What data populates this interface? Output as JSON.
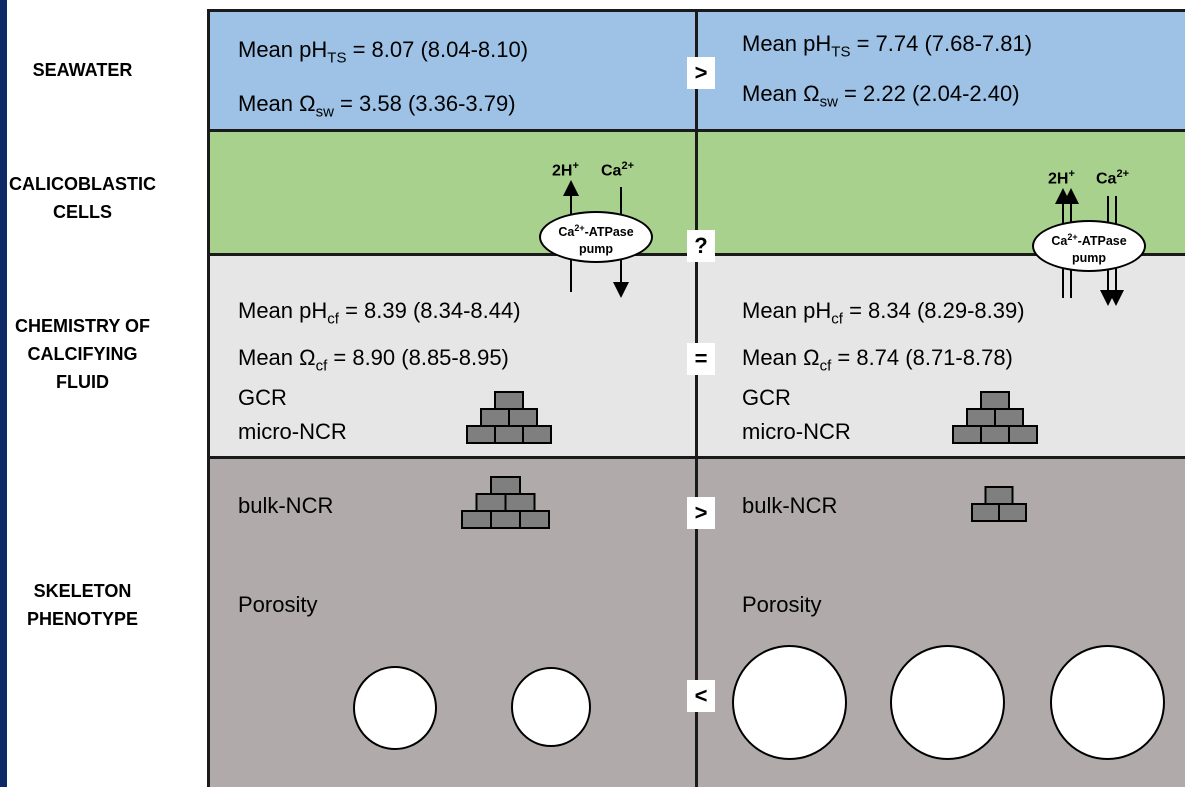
{
  "row_labels": {
    "seawater": "SEAWATER",
    "cells_1": "CALICOBLASTIC",
    "cells_2": "CELLS",
    "fluid_1": "CHEMISTRY OF",
    "fluid_2": "CALCIFYING",
    "fluid_3": "FLUID",
    "skel_1": "SKELETON",
    "skel_2": "PHENOTYPE"
  },
  "left": {
    "ph_sw_prefix": "Mean pH",
    "ph_sw_sub": "TS",
    "ph_sw_value": " = 8.07 (8.04-8.10)",
    "omega_sw_prefix": "Mean Ω",
    "omega_sw_sub": "sw",
    "omega_sw_value": " = 3.58 (3.36-3.79)",
    "ph_cf_prefix": "Mean pH",
    "ph_cf_sub": "cf",
    "ph_cf_value": " = 8.39 (8.34-8.44)",
    "omega_cf_prefix": "Mean Ω",
    "omega_cf_sub": "cf",
    "omega_cf_value": " = 8.90 (8.85-8.95)",
    "gcr": "GCR",
    "micro_ncr": "micro-NCR",
    "bulk_ncr": "bulk-NCR",
    "porosity": "Porosity"
  },
  "right": {
    "ph_sw_prefix": "Mean pH",
    "ph_sw_sub": "TS",
    "ph_sw_value": " = 7.74 (7.68-7.81)",
    "omega_sw_prefix": "Mean Ω",
    "omega_sw_sub": "sw",
    "omega_sw_value": " = 2.22 (2.04-2.40)",
    "ph_cf_prefix": "Mean pH",
    "ph_cf_sub": "cf",
    "ph_cf_value": " = 8.34 (8.29-8.39)",
    "omega_cf_prefix": "Mean Ω",
    "omega_cf_sub": "cf",
    "omega_cf_value": " = 8.74 (8.71-8.78)",
    "gcr": "GCR",
    "micro_ncr": "micro-NCR",
    "bulk_ncr": "bulk-NCR",
    "porosity": "Porosity"
  },
  "comparison": {
    "seawater": ">",
    "cells": "?",
    "fluid": "=",
    "bulk": ">",
    "porosity": "<"
  },
  "pump": {
    "h_base": "2H",
    "h_sup": "+",
    "ca_base": "Ca",
    "ca_sup": "2+",
    "line1_base": "Ca",
    "line1_sup": "2+",
    "line1_rest": "-ATPase",
    "line2": "pump"
  },
  "colors": {
    "seawater": "#9dc2e6",
    "cells": "#a9d18e",
    "fluid": "#e6e6e6",
    "skeleton": "#b0aaaa",
    "brick": "#7f7f7f"
  }
}
